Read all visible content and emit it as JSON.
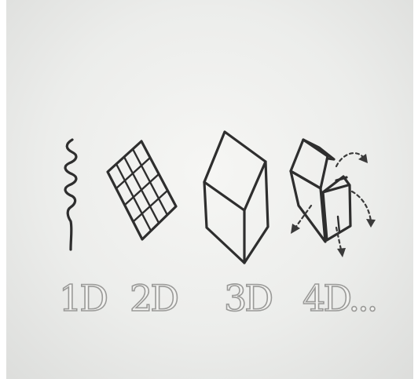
{
  "labels": {
    "d1": "1D",
    "d2": "2D",
    "d3": "3D",
    "d4": "4D..."
  },
  "colors": {
    "ink": "#2e2e2e",
    "label_outline": "#9a9a98",
    "background": "#ecedeb"
  }
}
